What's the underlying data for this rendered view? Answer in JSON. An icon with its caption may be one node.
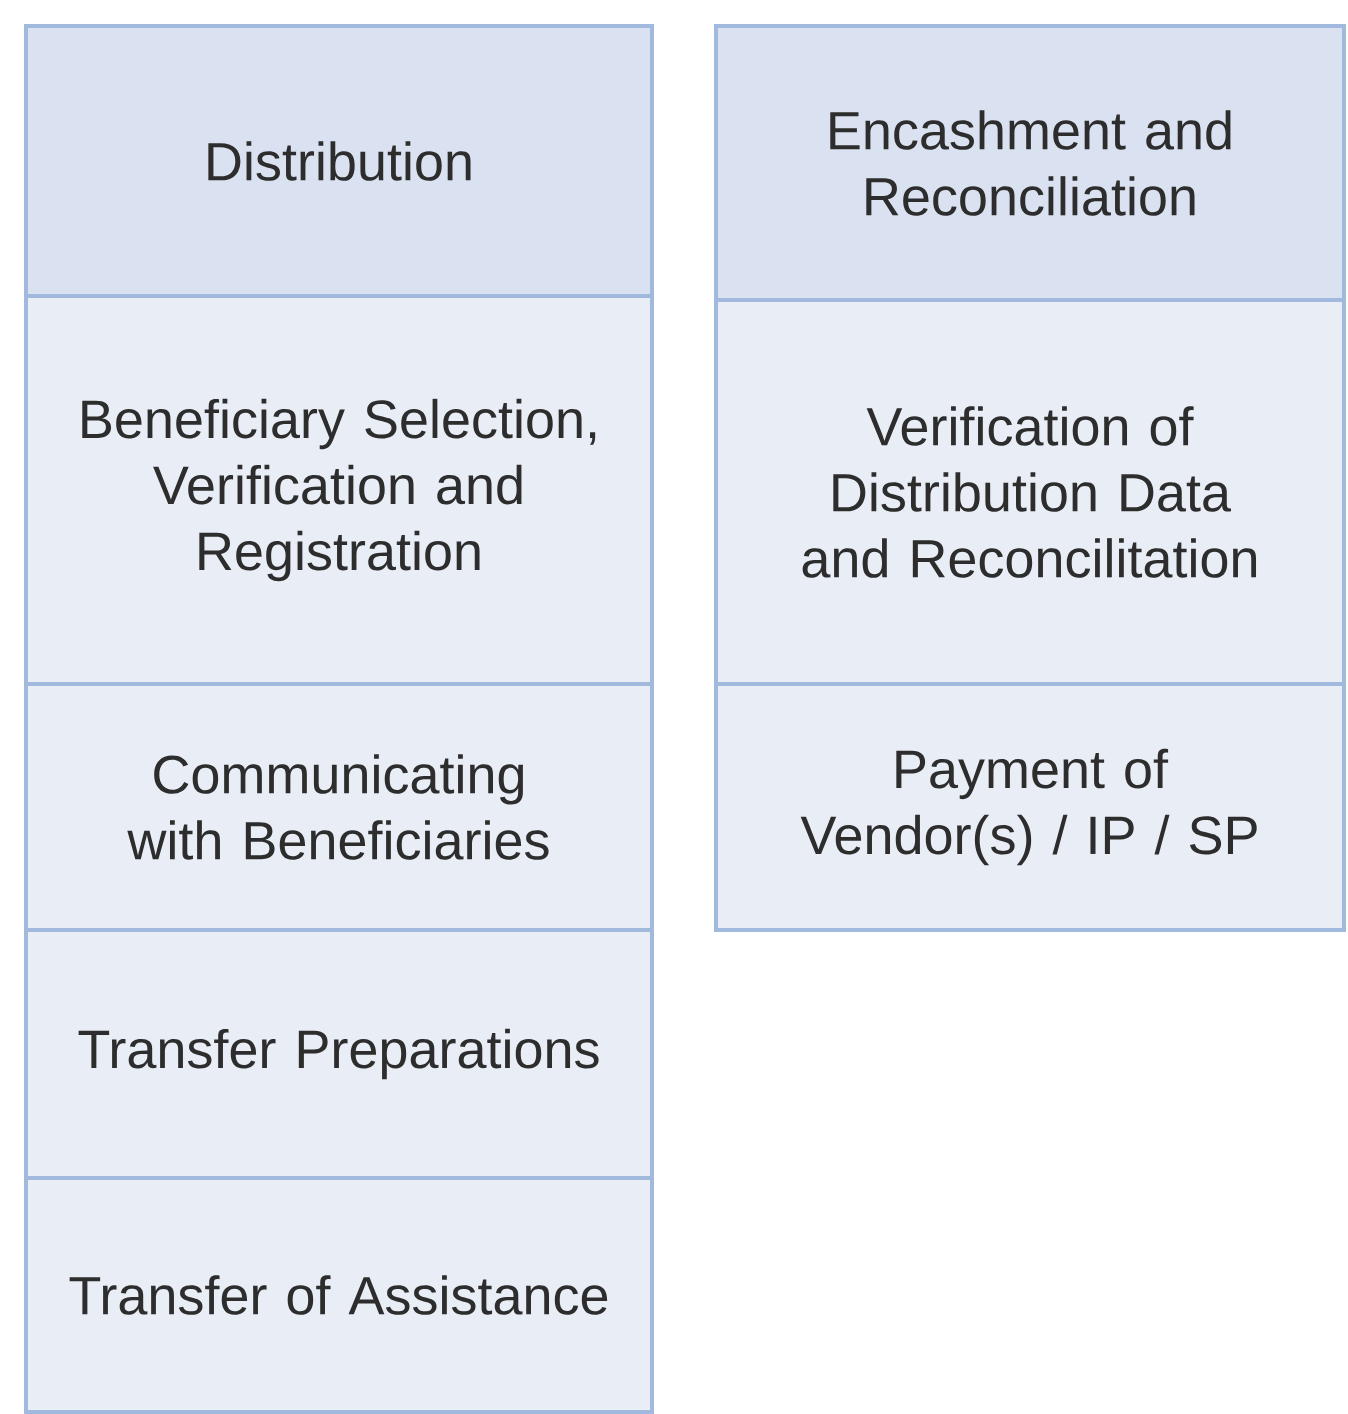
{
  "diagram": {
    "nodes": [
      {
        "text": [
          "Distribution"
        ]
      },
      {
        "text": [
          "Beneficiary Selection, Verification and Registration"
        ]
      },
      {
        "text": [
          "Communicating with Beneficiaries"
        ]
      },
      {
        "text": [
          "Transfer Preparations"
        ]
      },
      {
        "text": [
          "Transfer of Assistance"
        ]
      },
      {
        "text": [
          "Encashment and Reconciliation"
        ]
      },
      {
        "text": [
          "Verification of Distribution Data and Reconcilitation"
        ]
      },
      {
        "text": [
          "Payment of Vendor(s) / IP / SP"
        ]
      }
    ]
  }
}
